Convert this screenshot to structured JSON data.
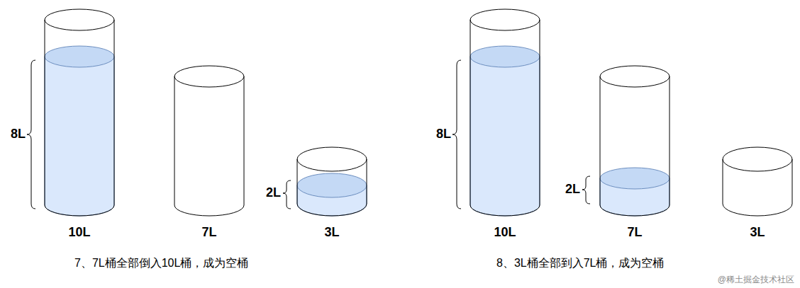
{
  "diagram": {
    "nodes": [
      {
        "text": [
          "10L"
        ]
      },
      {
        "text": [
          "7L"
        ]
      },
      {
        "text": [
          "3L"
        ]
      },
      {
        "text": [
          "10L"
        ]
      },
      {
        "text": [
          "7L"
        ]
      },
      {
        "text": [
          "3L"
        ]
      }
    ],
    "labels": [
      "8L",
      "2L",
      "7、7L桶全部倒入10L桶，成为空桶",
      "8L",
      "2L",
      "8、3L桶全部到入7L桶，成为空桶",
      "@稀土掘金技术社区"
    ]
  }
}
